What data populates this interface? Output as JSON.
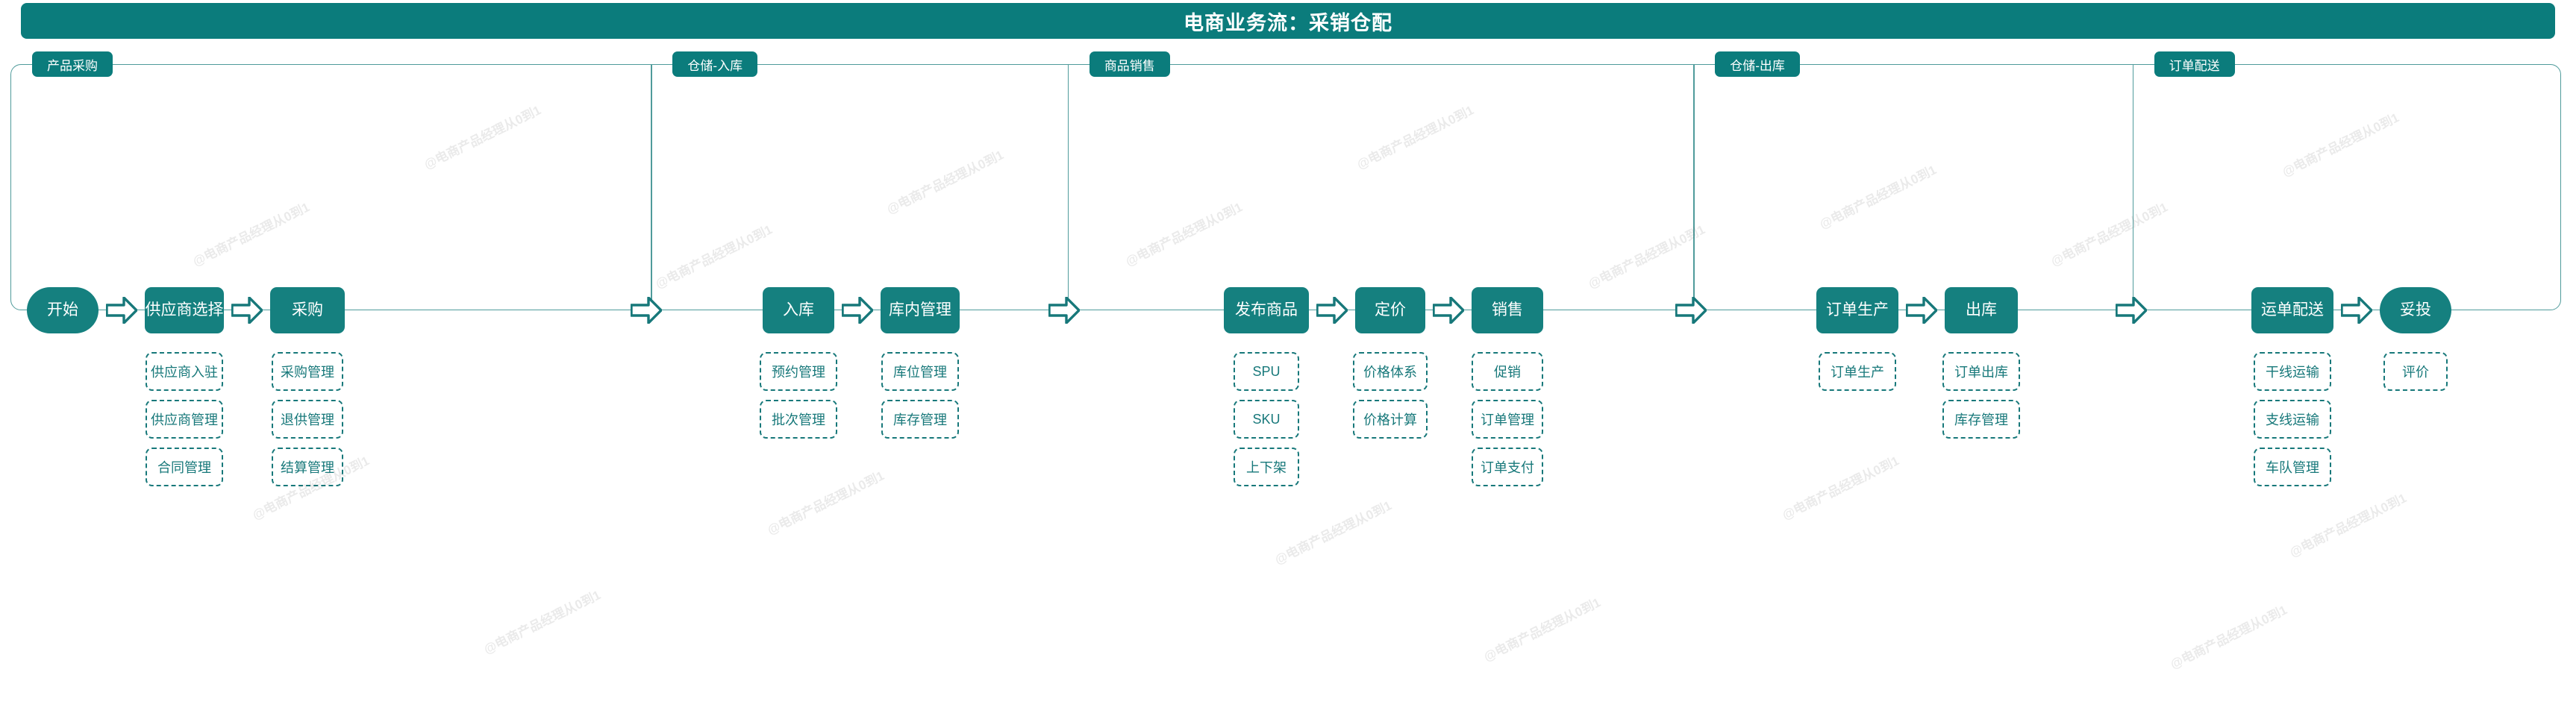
{
  "header": {
    "title": "电商业务流：采销仓配",
    "bg_color": "#0b7c7c",
    "text_color": "#ffffff"
  },
  "watermark": {
    "text": "@电商产品经理从0到1"
  },
  "theme": {
    "process_fill": "#15807f",
    "process_text": "#ffffff",
    "sub_border": "#17787a",
    "sub_text": "#17787a",
    "section_border": "#4f9b9b",
    "arrow_color": "#17787a"
  },
  "icons": {
    "flow_arrow": "right-arrow-icon"
  },
  "sections": [
    {
      "id": "procurement",
      "label": "产品采购",
      "stages": [
        {
          "id": "start",
          "label": "开始",
          "shape": "pill",
          "sub_items": []
        },
        {
          "id": "supplier-selection",
          "label": "供应商选择",
          "shape": "rect",
          "sub_items": [
            "供应商入驻",
            "供应商管理",
            "合同管理"
          ]
        },
        {
          "id": "purchase",
          "label": "采购",
          "shape": "rect",
          "sub_items": [
            "采购管理",
            "退供管理",
            "结算管理"
          ]
        }
      ]
    },
    {
      "id": "warehouse-inbound",
      "label": "仓储-入库",
      "stages": [
        {
          "id": "inbound",
          "label": "入库",
          "shape": "rect",
          "sub_items": [
            "预约管理",
            "批次管理"
          ]
        },
        {
          "id": "in-warehouse-mgmt",
          "label": "库内管理",
          "shape": "rect",
          "sub_items": [
            "库位管理",
            "库存管理"
          ]
        }
      ]
    },
    {
      "id": "product-sales",
      "label": "商品销售",
      "stages": [
        {
          "id": "publish-product",
          "label": "发布商品",
          "shape": "rect",
          "sub_items": [
            "SPU",
            "SKU",
            "上下架"
          ]
        },
        {
          "id": "pricing",
          "label": "定价",
          "shape": "rect",
          "sub_items": [
            "价格体系",
            "价格计算"
          ]
        },
        {
          "id": "sales",
          "label": "销售",
          "shape": "rect",
          "sub_items": [
            "促销",
            "订单管理",
            "订单支付"
          ]
        }
      ]
    },
    {
      "id": "warehouse-outbound",
      "label": "仓储-出库",
      "stages": [
        {
          "id": "order-production",
          "label": "订单生产",
          "shape": "rect",
          "sub_items": [
            "订单生产"
          ]
        },
        {
          "id": "outbound",
          "label": "出库",
          "shape": "rect",
          "sub_items": [
            "订单出库",
            "库存管理"
          ]
        }
      ]
    },
    {
      "id": "order-delivery",
      "label": "订单配送",
      "stages": [
        {
          "id": "waybill-delivery",
          "label": "运单配送",
          "shape": "rect",
          "sub_items": [
            "干线运输",
            "支线运输",
            "车队管理"
          ]
        },
        {
          "id": "delivered",
          "label": "妥投",
          "shape": "pill",
          "sub_items": [
            "评价"
          ]
        }
      ]
    }
  ]
}
